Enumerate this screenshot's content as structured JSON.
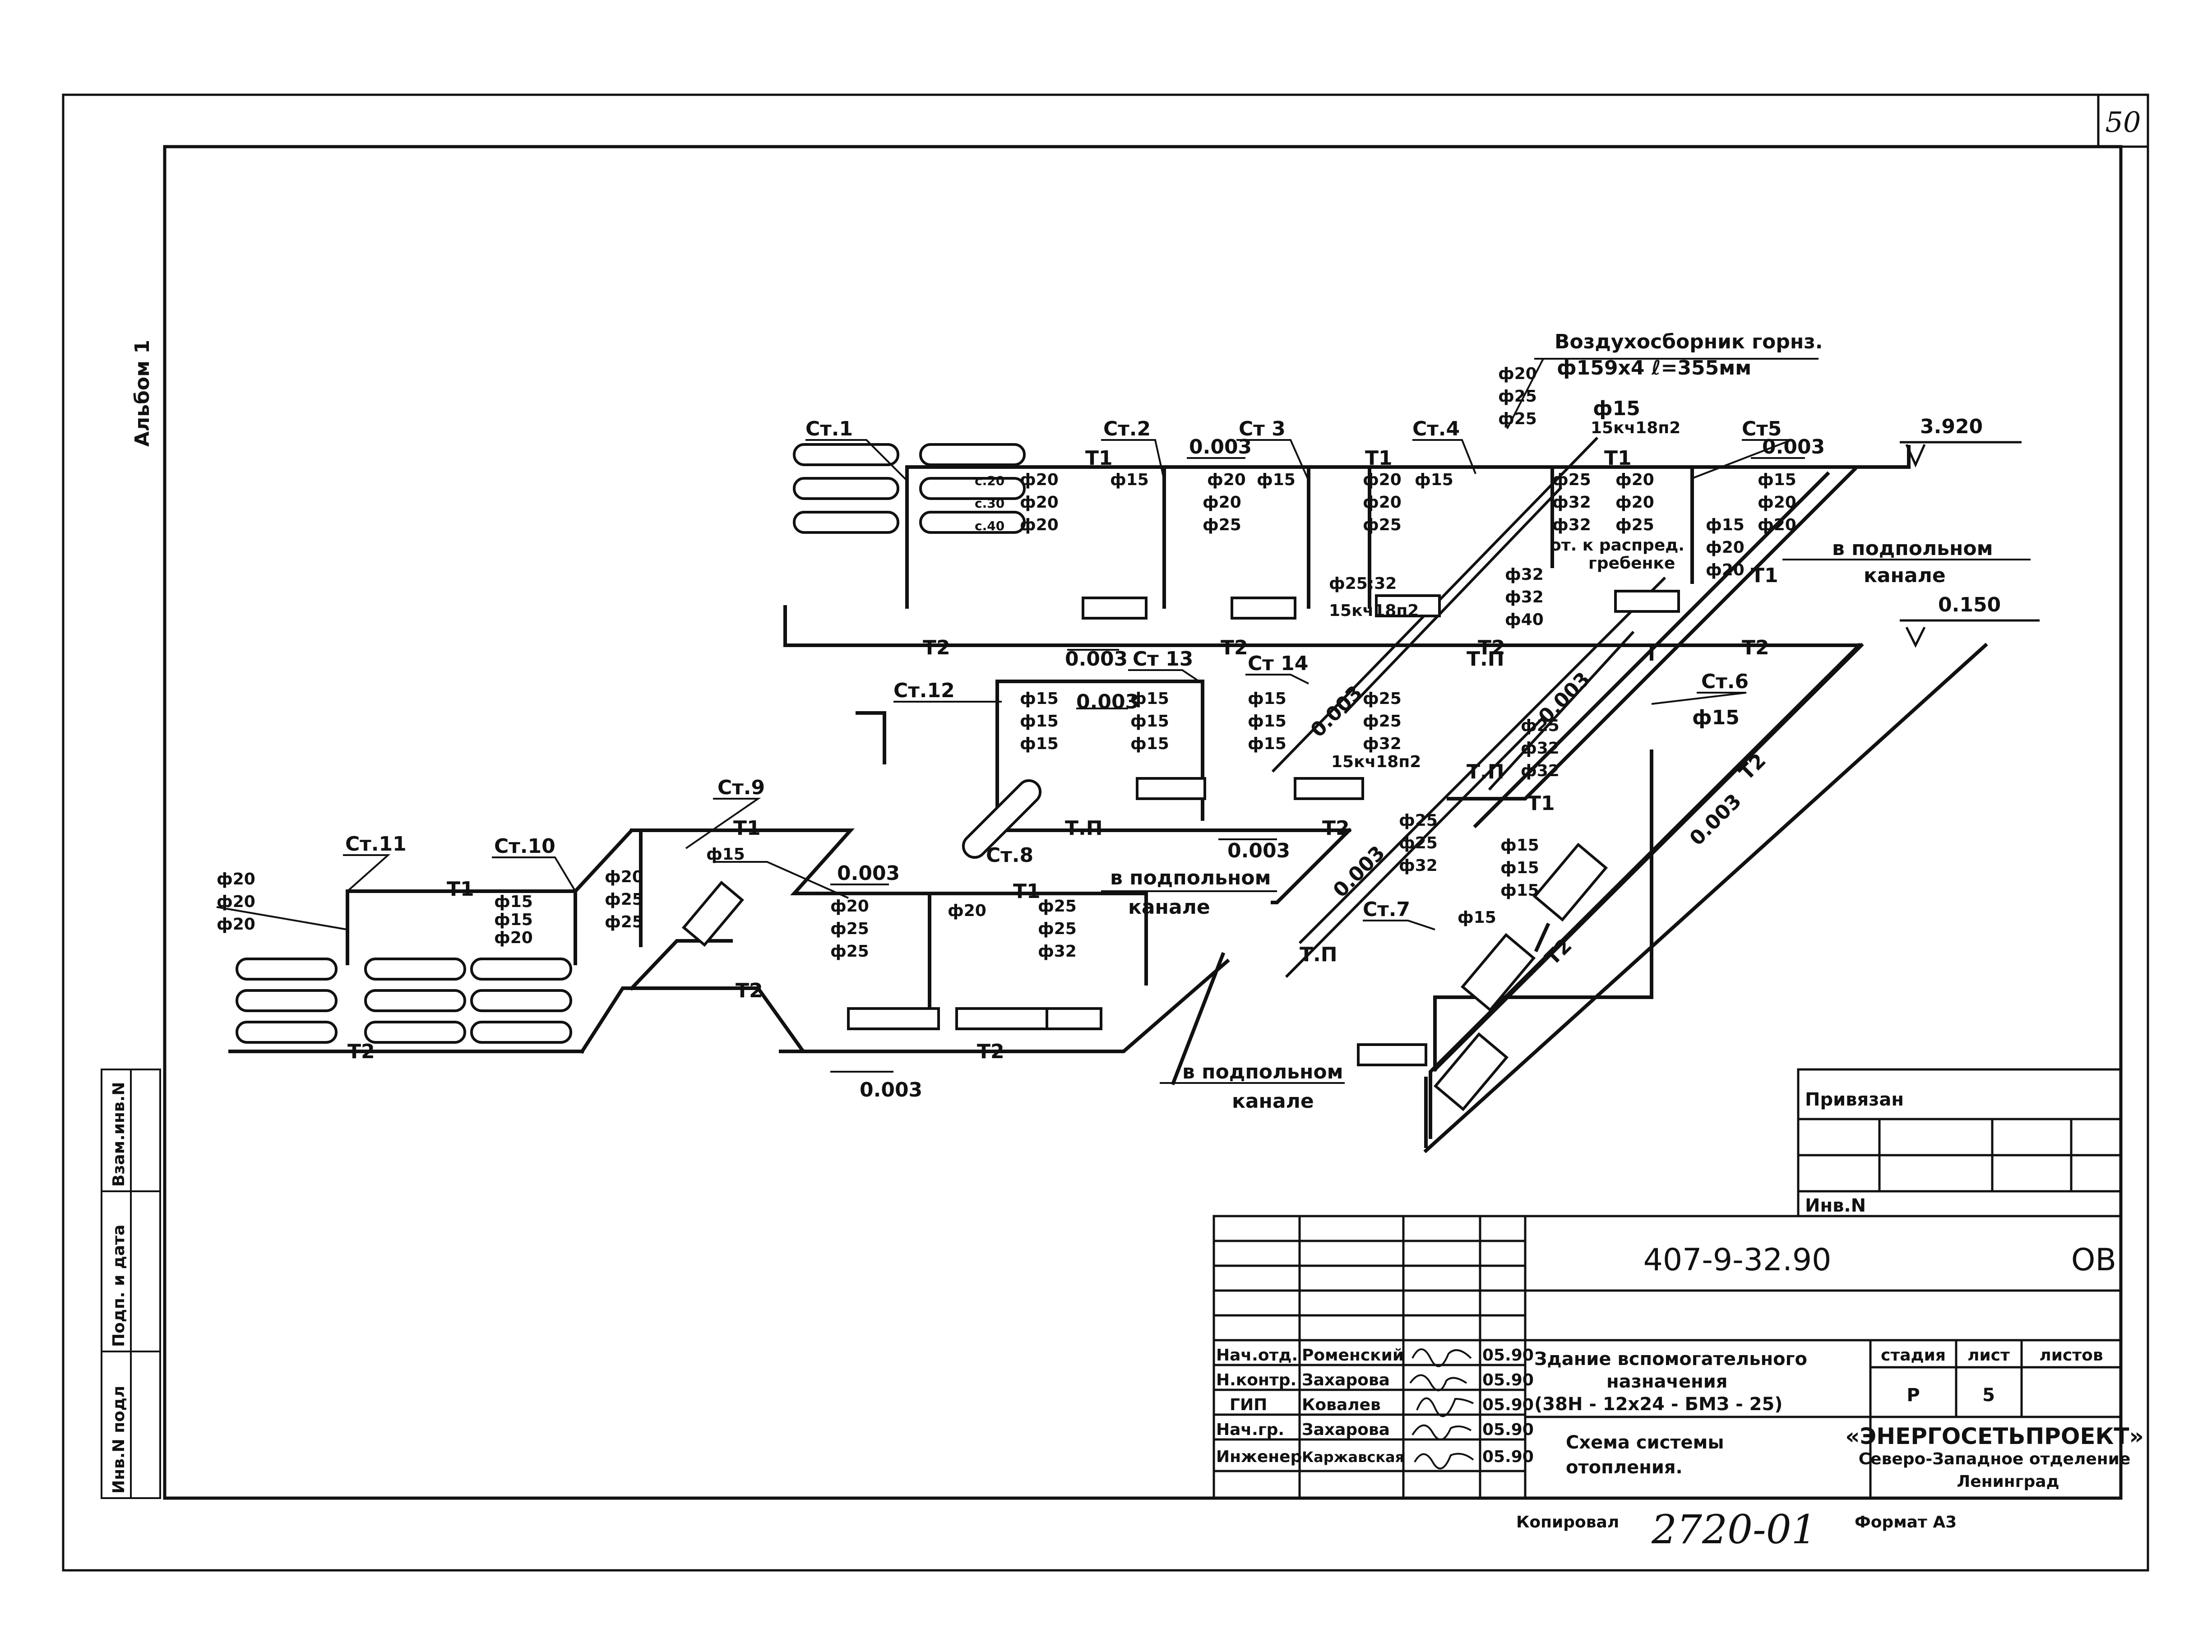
{
  "sheet": {
    "page_number": "50",
    "album_label": "Альбом 1",
    "format_label": "Формат А3",
    "copied_label": "Копировал",
    "copy_number": "2720-01",
    "side_stamps": [
      "Взам.инв.N",
      "Подп. и дата",
      "Инв.N подл"
    ]
  },
  "diagram": {
    "risers": [
      "Ст.1",
      "Ст.2",
      "Ст 3",
      "Ст.4",
      "Ст5",
      "Ст.6",
      "Ст.7",
      "Ст.8",
      "Ст.9",
      "Ст.10",
      "Ст.11",
      "Ст.12",
      "Ст 13",
      "Ст 14"
    ],
    "lines": {
      "supply": "Т1",
      "return": "Т2"
    },
    "slope": "0.003",
    "elev_top": "3.920",
    "elev_bottom": "0.150",
    "air_collector_title": "Воздухосборник горнз.",
    "air_collector_spec": "ф159х4   ℓ=355мм",
    "channel_label_1": "в подпольном",
    "channel_label_2": "канале",
    "tp": "Т.П",
    "pipe_spec": "15кч18п2",
    "distrib_label_1": "от. к распред.",
    "distrib_label_2": "гребенке",
    "ds_a": [
      "ф20",
      "ф25",
      "ф25"
    ],
    "ds_b": [
      "ф20",
      "ф25",
      "ф32",
      "ф32"
    ],
    "ds_c": [
      "ф15",
      "ф15",
      "ф15"
    ],
    "ds_d": [
      "ф25",
      "ф25",
      "ф32"
    ],
    "ds_e": [
      "ф32",
      "ф32",
      "ф40"
    ],
    "ds_f": [
      "ф20",
      "ф25",
      "ф25"
    ],
    "ds_g": [
      "ф15",
      "ф15",
      "ф20"
    ],
    "ds_h": [
      "ф20",
      "ф20",
      "ф20"
    ],
    "ds_st1": [
      "с.20",
      "ф20",
      "с.30",
      "ф20",
      "с.40",
      "ф20"
    ],
    "d15": "ф15",
    "d20": "ф20",
    "d25_32": "ф25;32"
  },
  "binding": {
    "title": "Привязан",
    "inv": "Инв.N"
  },
  "title_block": {
    "doc_code": "407-9-32.90",
    "doc_suffix": "ОВ",
    "object_line1": "Здание вспомогательного",
    "object_line2": "назначения",
    "object_line3": "(38Н - 12х24 - БМЗ - 25)",
    "sheet_title_line1": "Схема системы",
    "sheet_title_line2": "отопления.",
    "stage_header": "стадия",
    "sheet_header": "лист",
    "sheets_header": "листов",
    "stage": "Р",
    "sheet": "5",
    "org_line1": "«ЭНЕРГОСЕТЬПРОЕКТ»",
    "org_line2": "Северо-Западное отделение",
    "org_line3": "Ленинград",
    "signatures": [
      {
        "role": "Нач.отд.",
        "name": "Роменский",
        "date": "05.90"
      },
      {
        "role": "Н.контр.",
        "name": "Захарова",
        "date": "05.90"
      },
      {
        "role": "ГИП",
        "name": "Ковалев",
        "date": "05.90"
      },
      {
        "role": "Нач.гр.",
        "name": "Захарова",
        "date": "05.90"
      },
      {
        "role": "Инженер",
        "name": "Каржавская",
        "date": "05.90"
      }
    ]
  }
}
